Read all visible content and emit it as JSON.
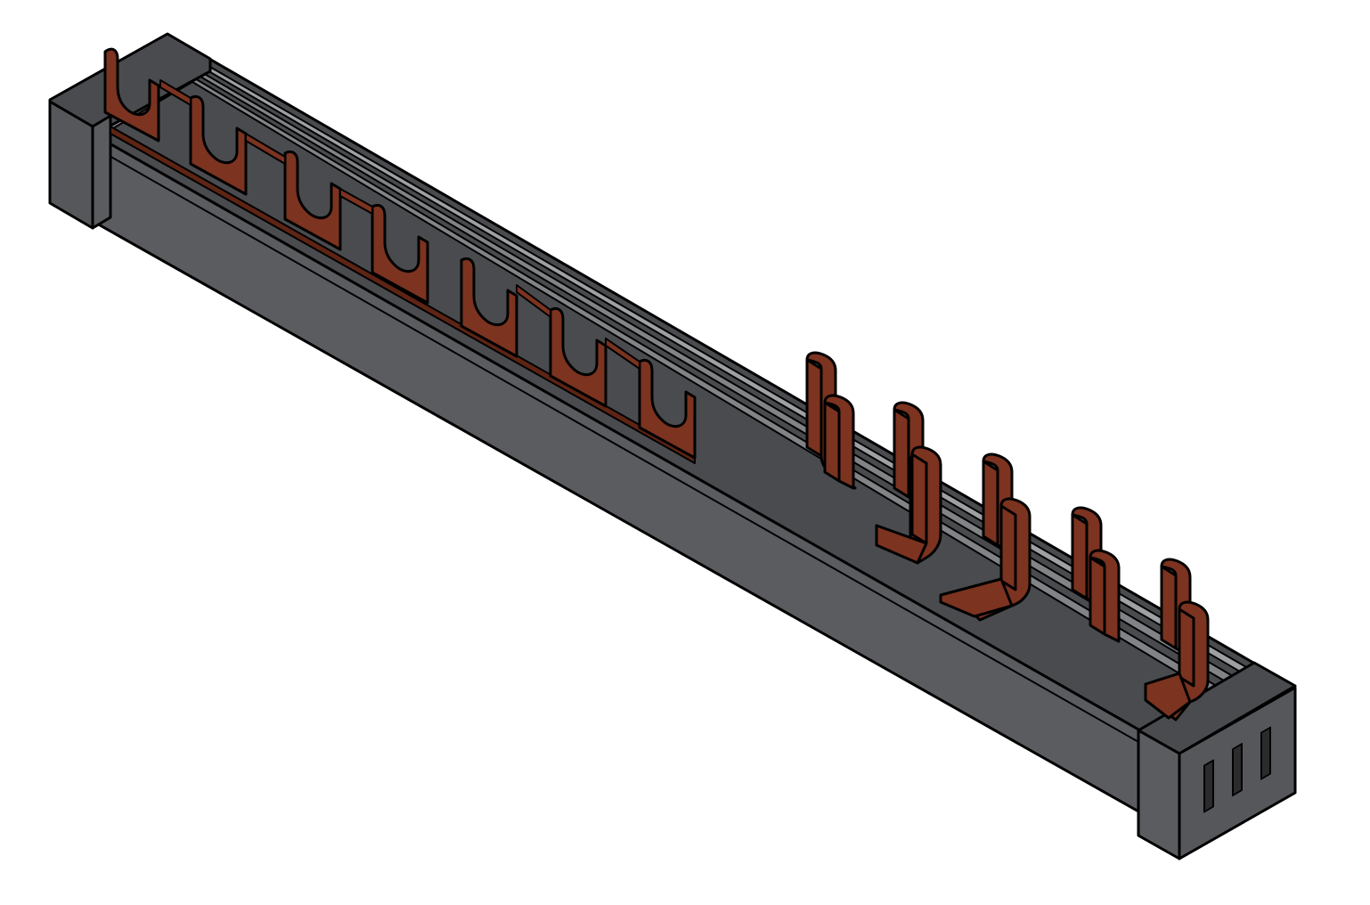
{
  "illustration": {
    "subject": "busbar",
    "colors": {
      "background": "#ffffff",
      "housing_front": "#5b5c60",
      "housing_top": "#4a4b4e",
      "housing_end": "#56575b",
      "housing_rail": "#828387",
      "housing_rail_light": "#9fa0a4",
      "copper": "#7c3320",
      "copper_shadow": "#5e2414",
      "outline": "#000000"
    },
    "fork_pin_count": 7,
    "upright_pin_count": 10,
    "end_slot_count": 3
  }
}
